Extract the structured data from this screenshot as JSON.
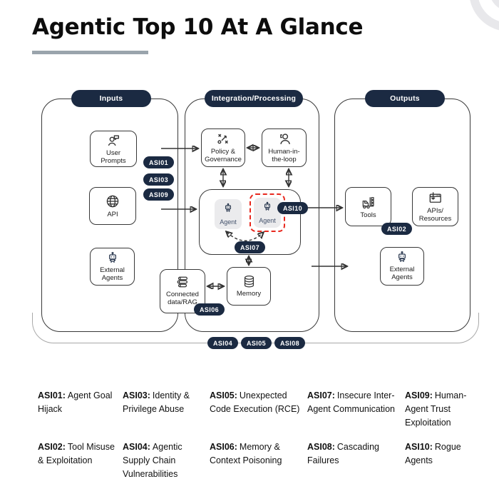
{
  "header": {
    "title": "Agentic Top 10 At A Glance"
  },
  "colors": {
    "navy": "#1b2a42",
    "red": "#e8281e",
    "underline_gray": "#9aa4ac",
    "arc_gray": "#e8e8eb",
    "agent_box_gray": "#ebebed"
  },
  "sections": {
    "inputs": {
      "label": "Inputs"
    },
    "integration": {
      "label": "Integration/Processing"
    },
    "outputs": {
      "label": "Outputs"
    }
  },
  "nodes": {
    "user_prompts": {
      "label": "User Prompts"
    },
    "api": {
      "label": "API"
    },
    "external_agents_in": {
      "label": "External Agents"
    },
    "policy": {
      "label": "Policy & Governance"
    },
    "hitl": {
      "label": "Human-in-the-loop"
    },
    "agent_left": {
      "label": "Agent"
    },
    "agent_right": {
      "label": "Agent"
    },
    "connected_data": {
      "label": "Connected data/RAG"
    },
    "memory": {
      "label": "Memory"
    },
    "tools": {
      "label": "Tools"
    },
    "apis_resources": {
      "label": "APIs/ Resources"
    },
    "external_agents_out": {
      "label": "External Agents"
    }
  },
  "icons": {
    "user_prompts": "person-chat-icon",
    "api": "globe-icon",
    "external_agents": "robot-icon",
    "policy": "strategy-icon",
    "hitl": "person-icon",
    "agent": "robot-icon",
    "connected_data": "books-icon",
    "memory": "database-icon",
    "tools": "forklift-icon",
    "apis_resources": "browser-download-icon"
  },
  "badges": {
    "asi01": "ASI01",
    "asi02": "ASI02",
    "asi03": "ASI03",
    "asi04": "ASI04",
    "asi05": "ASI05",
    "asi06": "ASI06",
    "asi07": "ASI07",
    "asi08": "ASI08",
    "asi09": "ASI09",
    "asi10": "ASI10"
  },
  "legend": {
    "items": [
      {
        "id": "ASI01:",
        "text": "Agent Goal Hijack"
      },
      {
        "id": "ASI03:",
        "text": "Identity & Privilege Abuse"
      },
      {
        "id": "ASI05:",
        "text": "Unexpected Code Execution (RCE)"
      },
      {
        "id": "ASI07:",
        "text": "Insecure Inter-Agent Communication"
      },
      {
        "id": "ASI09:",
        "text": "Human-Agent Trust Exploitation"
      },
      {
        "id": "ASI02:",
        "text": "Tool Misuse & Exploitation"
      },
      {
        "id": "ASI04:",
        "text": "Agentic Supply Chain Vulnerabilities"
      },
      {
        "id": "ASI06:",
        "text": "Memory & Context Poisoning"
      },
      {
        "id": "ASI08:",
        "text": "Cascading Failures"
      },
      {
        "id": "ASI10:",
        "text": "Rogue Agents"
      }
    ]
  }
}
